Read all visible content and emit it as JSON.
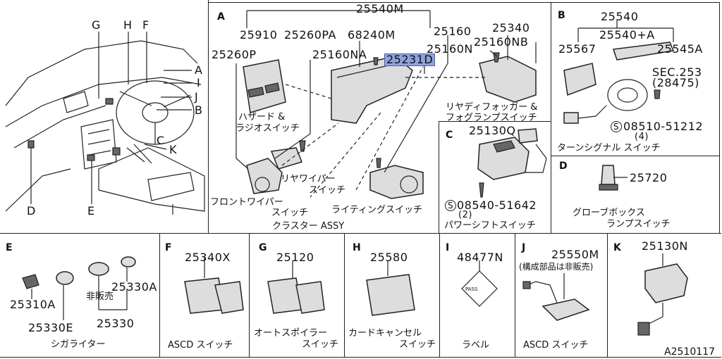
{
  "overview": {
    "letters": [
      "G",
      "H",
      "F",
      "A",
      "I",
      "J",
      "B",
      "C",
      "K",
      "D",
      "E"
    ]
  },
  "A": {
    "letter": "A",
    "assy_num": "25540M",
    "parts": [
      "25910",
      "25260PA",
      "68240M",
      "25160",
      "25340",
      "25260P",
      "25160NA",
      "25231D",
      "25160N",
      "25160NB"
    ],
    "caption_hazard_1": "ハザード &",
    "caption_hazard_2": "ラジオスイッチ",
    "caption_fog_1": "リヤディフォッガー &",
    "caption_fog_2": "フォグランプスイッチ",
    "caption_rwiper_1": "リヤワイパー",
    "caption_rwiper_2": "スイッチ",
    "caption_fwiper_1": "フロントワイパー",
    "caption_fwiper_2": "スイッチ",
    "caption_light": "ライティングスイッチ",
    "caption_assy": "クラスター ASSY"
  },
  "B": {
    "letter": "B",
    "parts": [
      "25540",
      "25540+A",
      "25567",
      "25545A"
    ],
    "sec_1": "SEC.253",
    "sec_2": "(28475)",
    "screw": "08510-51212",
    "screw_qty": "(4)",
    "caption": "ターンシグナル スイッチ"
  },
  "C": {
    "letter": "C",
    "part": "25130Q",
    "screw": "08540-51642",
    "screw_qty": "(2)",
    "caption": "パワーシフトスイッチ"
  },
  "D": {
    "letter": "D",
    "part": "25720",
    "caption_1": "グローブボックス",
    "caption_2": "ランプスイッチ"
  },
  "E": {
    "letter": "E",
    "parts": [
      "25310A",
      "25330E",
      "25330A",
      "25330"
    ],
    "not_sold": "非販売",
    "caption": "シガライター"
  },
  "F": {
    "letter": "F",
    "part": "25340X",
    "caption": "ASCD スイッチ"
  },
  "G": {
    "letter": "G",
    "part": "25120",
    "caption_1": "オートスポイラー",
    "caption_2": "スイッチ"
  },
  "H": {
    "letter": "H",
    "part": "25580",
    "caption_1": "カードキャンセル",
    "caption_2": "スイッチ"
  },
  "I": {
    "letter": "I",
    "part": "48477N",
    "caption": "ラベル",
    "label_text": "PASS"
  },
  "J": {
    "letter": "J",
    "part": "25550M",
    "note": "(構成部品は非販売)",
    "caption": "ASCD スイッチ"
  },
  "K": {
    "letter": "K",
    "part": "25130N"
  },
  "footer": "A2510117"
}
